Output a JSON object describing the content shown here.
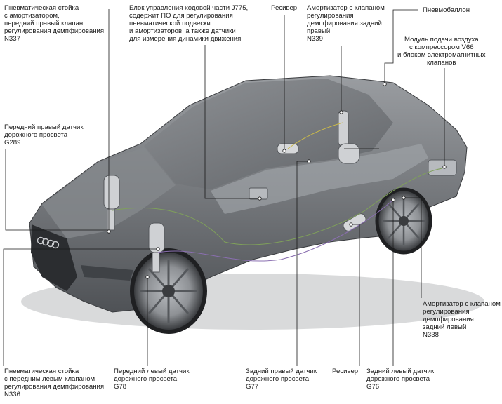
{
  "labels": {
    "front_right_strut": "Пневматическая стойка\nс амортизатором,\nпередний правый клапан\nрегулирования демпфирования\nN337",
    "chassis_control_unit": "Блок управления ходовой части J775,\nсодержит ПО для регулирования\nпневматической подвески\nи амортизаторов, а также датчики\nдля измерения динамики движения",
    "reservoir_top": "Ресивер",
    "rear_right_damper": "Амортизатор с клапаном\nрегулирования\nдемпфирования задний\nправый\nN339",
    "air_spring": "Пневмобаллон",
    "air_supply_module": "Модуль подачи воздуха\nс компрессором V66\nи блоком электромагнитных\nклапанов",
    "front_right_height_sensor": "Передний правый датчик\nдорожного просвета\nG289",
    "rear_left_damper": "Амортизатор с клапаном\nрегулирования\nдемпфирования\nзадний левый\nN338",
    "front_left_strut": "Пневматическая стойка\nс передним левым клапаном\nрегулирования демпфирования\nN336",
    "front_left_height_sensor": "Передний левый датчик\nдорожного просвета\nG78",
    "rear_right_height_sensor": "Задний правый датчик\nдорожного просвета\nG77",
    "reservoir_bottom": "Ресивер",
    "rear_left_height_sensor": "Задний левый датчик\nдорожного просвета\nG76"
  },
  "colors": {
    "body": "#7b7e82",
    "body_dark": "#4a4d51",
    "glass": "#a9adb1",
    "line": "#1a1a1a"
  }
}
